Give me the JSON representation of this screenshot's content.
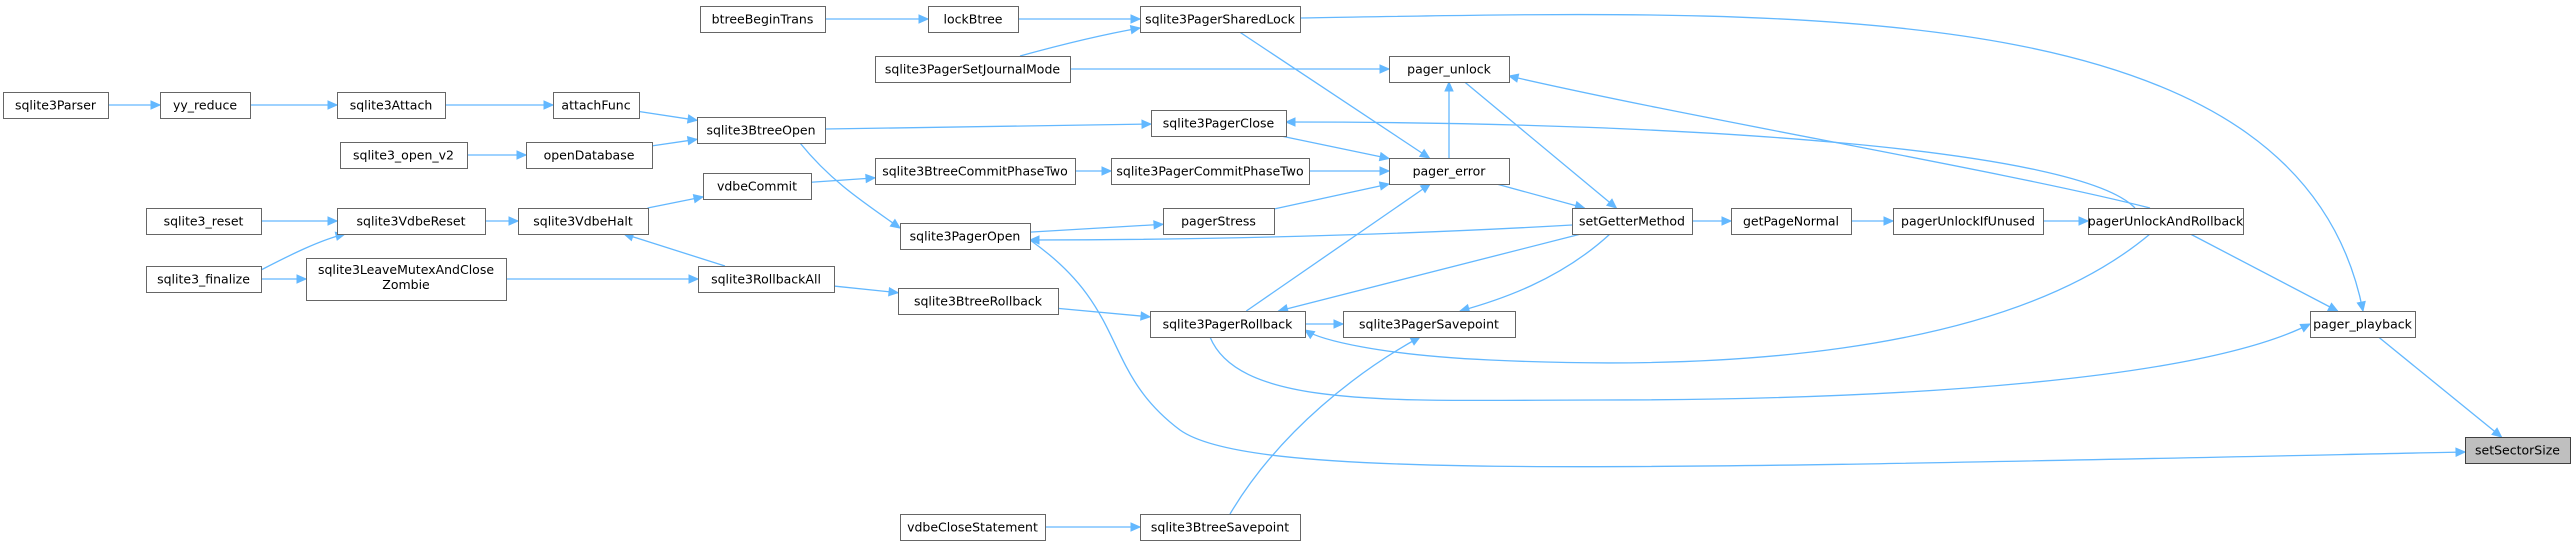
{
  "graph": {
    "nodes": [
      {
        "id": "setSectorSize",
        "label": "setSectorSize",
        "root": true
      },
      {
        "id": "pager_playback",
        "label": "pager_playback"
      },
      {
        "id": "pagerUnlockAndRollback",
        "label": "pagerUnlockAndRollback"
      },
      {
        "id": "pagerUnlockIfUnused",
        "label": "pagerUnlockIfUnused"
      },
      {
        "id": "getPageNormal",
        "label": "getPageNormal"
      },
      {
        "id": "setGetterMethod",
        "label": "setGetterMethod"
      },
      {
        "id": "pager_unlock",
        "label": "pager_unlock"
      },
      {
        "id": "pager_error",
        "label": "pager_error"
      },
      {
        "id": "sqlite3PagerSharedLock",
        "label": "sqlite3PagerSharedLock"
      },
      {
        "id": "lockBtree",
        "label": "lockBtree"
      },
      {
        "id": "btreeBeginTrans",
        "label": "btreeBeginTrans"
      },
      {
        "id": "sqlite3PagerSetJournalMode",
        "label": "sqlite3PagerSetJournalMode"
      },
      {
        "id": "sqlite3PagerClose",
        "label": "sqlite3PagerClose"
      },
      {
        "id": "sqlite3BtreeOpen",
        "label": "sqlite3BtreeOpen"
      },
      {
        "id": "attachFunc",
        "label": "attachFunc"
      },
      {
        "id": "sqlite3Attach",
        "label": "sqlite3Attach"
      },
      {
        "id": "yy_reduce",
        "label": "yy_reduce"
      },
      {
        "id": "sqlite3Parser",
        "label": "sqlite3Parser"
      },
      {
        "id": "openDatabase",
        "label": "openDatabase"
      },
      {
        "id": "sqlite3_open_v2",
        "label": "sqlite3_open_v2"
      },
      {
        "id": "sqlite3PagerCommitPhaseTwo",
        "label": "sqlite3PagerCommitPhaseTwo"
      },
      {
        "id": "sqlite3BtreeCommitPhaseTwo",
        "label": "sqlite3BtreeCommitPhaseTwo"
      },
      {
        "id": "vdbeCommit",
        "label": "vdbeCommit"
      },
      {
        "id": "sqlite3VdbeHalt",
        "label": "sqlite3VdbeHalt"
      },
      {
        "id": "sqlite3VdbeReset",
        "label": "sqlite3VdbeReset"
      },
      {
        "id": "sqlite3_reset",
        "label": "sqlite3_reset"
      },
      {
        "id": "sqlite3_finalize",
        "label": "sqlite3_finalize"
      },
      {
        "id": "pagerStress",
        "label": "pagerStress"
      },
      {
        "id": "sqlite3PagerOpen",
        "label": "sqlite3PagerOpen"
      },
      {
        "id": "sqlite3PagerRollback",
        "label": "sqlite3PagerRollback"
      },
      {
        "id": "sqlite3BtreeRollback",
        "label": "sqlite3BtreeRollback"
      },
      {
        "id": "sqlite3RollbackAll",
        "label": "sqlite3RollbackAll"
      },
      {
        "id": "sqlite3LeaveMutexAndCloseZombie",
        "label": "sqlite3LeaveMutexAndClose\nZombie"
      },
      {
        "id": "sqlite3PagerSavepoint",
        "label": "sqlite3PagerSavepoint"
      },
      {
        "id": "sqlite3BtreeSavepoint",
        "label": "sqlite3BtreeSavepoint"
      },
      {
        "id": "vdbeCloseStatement",
        "label": "vdbeCloseStatement"
      }
    ],
    "edges": [
      [
        "pager_playback",
        "setSectorSize"
      ],
      [
        "sqlite3PagerOpen",
        "setSectorSize"
      ],
      [
        "sqlite3PagerSharedLock",
        "pager_playback"
      ],
      [
        "pagerUnlockAndRollback",
        "pager_playback"
      ],
      [
        "sqlite3PagerRollback",
        "pager_playback"
      ],
      [
        "pagerUnlockIfUnused",
        "pagerUnlockAndRollback"
      ],
      [
        "getPageNormal",
        "pagerUnlockIfUnused"
      ],
      [
        "setGetterMethod",
        "getPageNormal"
      ],
      [
        "pager_unlock",
        "setGetterMethod"
      ],
      [
        "pager_error",
        "setGetterMethod"
      ],
      [
        "pagerUnlockAndRollback",
        "pager_unlock"
      ],
      [
        "sqlite3PagerSetJournalMode",
        "pager_unlock"
      ],
      [
        "pager_error",
        "pager_unlock"
      ],
      [
        "sqlite3PagerSharedLock",
        "pager_error"
      ],
      [
        "sqlite3PagerClose",
        "pager_error"
      ],
      [
        "sqlite3PagerCommitPhaseTwo",
        "pager_error"
      ],
      [
        "pagerStress",
        "pager_error"
      ],
      [
        "sqlite3PagerRollback",
        "pager_error"
      ],
      [
        "lockBtree",
        "sqlite3PagerSharedLock"
      ],
      [
        "sqlite3PagerSetJournalMode",
        "sqlite3PagerSharedLock"
      ],
      [
        "btreeBeginTrans",
        "lockBtree"
      ],
      [
        "pagerUnlockAndRollback",
        "sqlite3PagerClose"
      ],
      [
        "sqlite3BtreeOpen",
        "sqlite3PagerClose"
      ],
      [
        "attachFunc",
        "sqlite3BtreeOpen"
      ],
      [
        "openDatabase",
        "sqlite3BtreeOpen"
      ],
      [
        "sqlite3Attach",
        "attachFunc"
      ],
      [
        "yy_reduce",
        "sqlite3Attach"
      ],
      [
        "sqlite3Parser",
        "yy_reduce"
      ],
      [
        "sqlite3_open_v2",
        "openDatabase"
      ],
      [
        "sqlite3BtreeCommitPhaseTwo",
        "sqlite3PagerCommitPhaseTwo"
      ],
      [
        "vdbeCommit",
        "sqlite3BtreeCommitPhaseTwo"
      ],
      [
        "sqlite3VdbeHalt",
        "vdbeCommit"
      ],
      [
        "sqlite3VdbeReset",
        "sqlite3VdbeHalt"
      ],
      [
        "sqlite3_reset",
        "sqlite3VdbeReset"
      ],
      [
        "sqlite3_finalize",
        "sqlite3VdbeReset"
      ],
      [
        "sqlite3RollbackAll",
        "sqlite3VdbeHalt"
      ],
      [
        "sqlite3LeaveMutexAndCloseZombie",
        "sqlite3RollbackAll"
      ],
      [
        "sqlite3_finalize",
        "sqlite3LeaveMutexAndCloseZombie"
      ],
      [
        "sqlite3BtreeOpen",
        "sqlite3PagerOpen"
      ],
      [
        "sqlite3PagerOpen",
        "pagerStress"
      ],
      [
        "setGetterMethod",
        "sqlite3PagerOpen"
      ],
      [
        "setGetterMethod",
        "sqlite3PagerRollback"
      ],
      [
        "setGetterMethod",
        "sqlite3PagerSavepoint"
      ],
      [
        "sqlite3PagerRollback",
        "sqlite3PagerSavepoint"
      ],
      [
        "pagerUnlockAndRollback",
        "sqlite3PagerRollback"
      ],
      [
        "sqlite3BtreeRollback",
        "sqlite3PagerRollback"
      ],
      [
        "sqlite3RollbackAll",
        "sqlite3BtreeRollback"
      ],
      [
        "sqlite3BtreeSavepoint",
        "sqlite3PagerSavepoint"
      ],
      [
        "vdbeCloseStatement",
        "sqlite3BtreeSavepoint"
      ]
    ]
  }
}
